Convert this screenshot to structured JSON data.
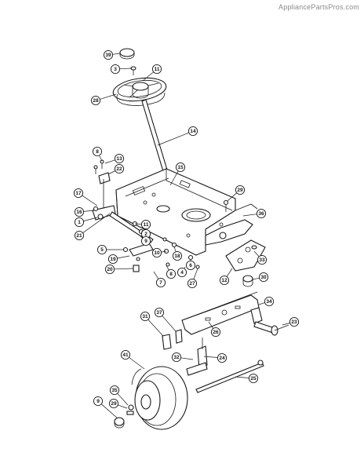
{
  "watermark": "AppliancePartsPros.com",
  "callouts": [
    {
      "label": "39"
    },
    {
      "label": "3"
    },
    {
      "label": "11"
    },
    {
      "label": "28"
    },
    {
      "label": "14"
    },
    {
      "label": "8"
    },
    {
      "label": "13"
    },
    {
      "label": "22"
    },
    {
      "label": "15"
    },
    {
      "label": "29"
    },
    {
      "label": "17"
    },
    {
      "label": "16"
    },
    {
      "label": "1"
    },
    {
      "label": "21"
    },
    {
      "label": "36"
    },
    {
      "label": "11"
    },
    {
      "label": "2"
    },
    {
      "label": "9"
    },
    {
      "label": "5"
    },
    {
      "label": "10"
    },
    {
      "label": "18"
    },
    {
      "label": "19"
    },
    {
      "label": "6"
    },
    {
      "label": "20"
    },
    {
      "label": "8"
    },
    {
      "label": "7"
    },
    {
      "label": "4"
    },
    {
      "label": "27"
    },
    {
      "label": "12"
    },
    {
      "label": "33"
    },
    {
      "label": "30"
    },
    {
      "label": "34"
    },
    {
      "label": "31"
    },
    {
      "label": "37"
    },
    {
      "label": "26"
    },
    {
      "label": "23"
    },
    {
      "label": "32"
    },
    {
      "label": "24"
    },
    {
      "label": "41"
    },
    {
      "label": "25"
    },
    {
      "label": "35"
    },
    {
      "label": "29"
    },
    {
      "label": "9"
    }
  ]
}
